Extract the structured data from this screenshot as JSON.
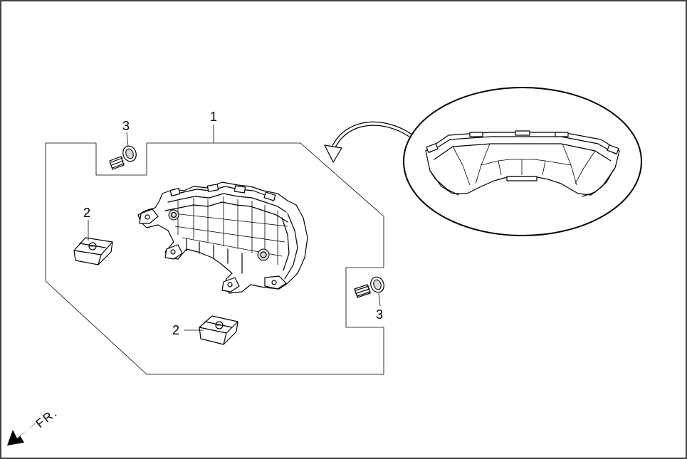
{
  "diagram": {
    "callouts": {
      "part1": "1",
      "part2_upper": "2",
      "part2_lower": "2",
      "part3_upper": "3",
      "part3_lower": "3"
    },
    "direction_label": "FR."
  }
}
